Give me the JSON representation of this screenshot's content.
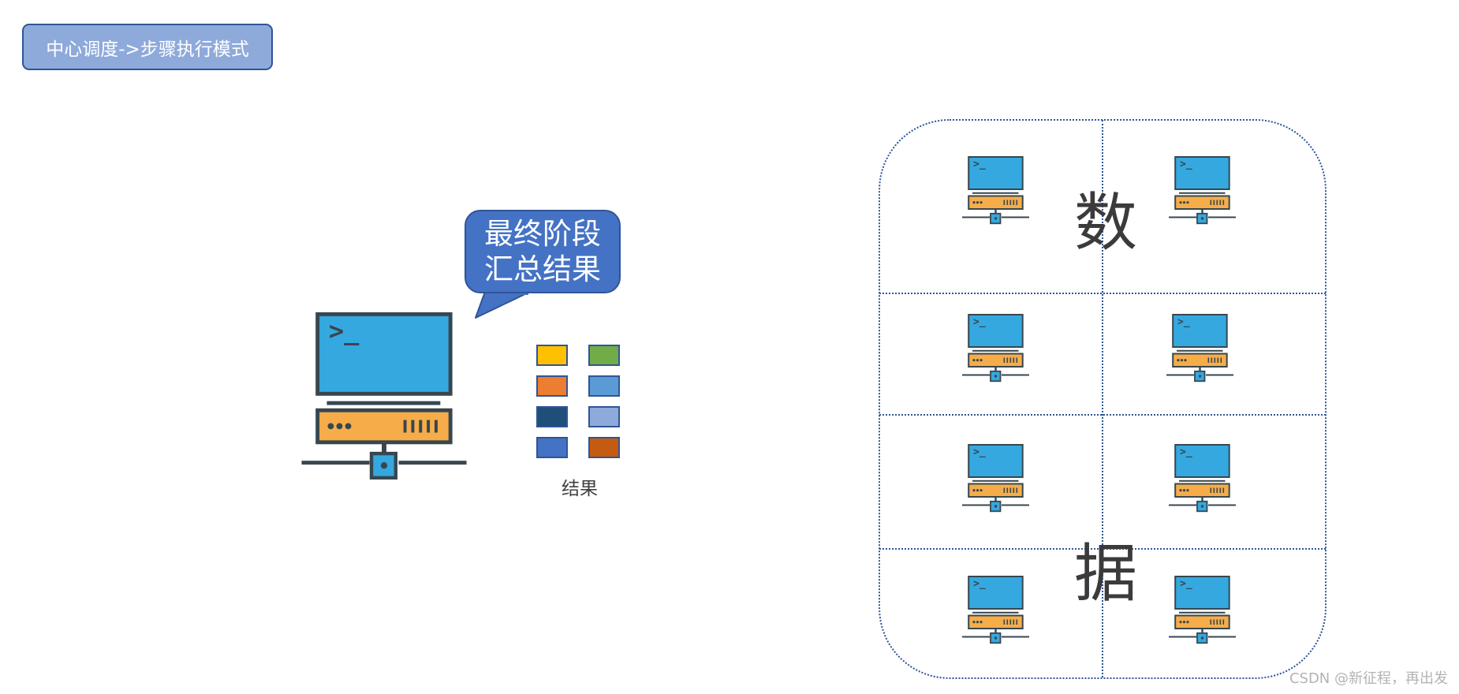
{
  "title": "中心调度->步骤执行模式",
  "callout": {
    "line1": "最终阶段",
    "line2": "汇总结果"
  },
  "legend": {
    "caption": "结果",
    "colors": [
      "#ffc000",
      "#70ad47",
      "#ed7d31",
      "#5b9bd5",
      "#1f4e79",
      "#8eaadb",
      "#4472c4",
      "#c55a11"
    ]
  },
  "cluster": {
    "char_top": "数",
    "char_bottom": "据"
  },
  "watermark": "CSDN @新征程，再出发",
  "colors": {
    "screen": "#35a8e0",
    "outline": "#37474f",
    "server_box": "#f6ad49",
    "border": "#2f5597"
  }
}
